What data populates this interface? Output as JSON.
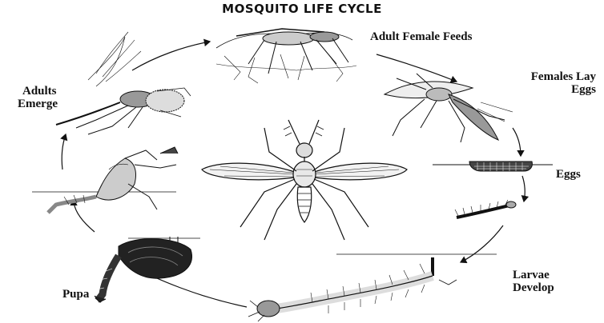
{
  "title": "MOSQUITO LIFE CYCLE",
  "stages": {
    "adult_female_feeds": "Adult Female Feeds",
    "females_lay_eggs_line1": "Females Lay",
    "females_lay_eggs_line2": "Eggs",
    "eggs": "Eggs",
    "larvae_develop_line1": "Larvae",
    "larvae_develop_line2": "Develop",
    "pupa": "Pupa",
    "adults_emerge_line1": "Adults",
    "adults_emerge_line2": "Emerge"
  },
  "icons": {
    "center": "mosquito-illustration-icon",
    "feeding": "feeding-mosquito-icon",
    "laying": "egg-laying-mosquito-icon",
    "eggs": "egg-raft-icon",
    "larva": "larva-icon",
    "pupa": "pupa-icon",
    "emerging": "emerging-adult-icon"
  },
  "colors": {
    "ink": "#111111",
    "background": "#ffffff"
  }
}
